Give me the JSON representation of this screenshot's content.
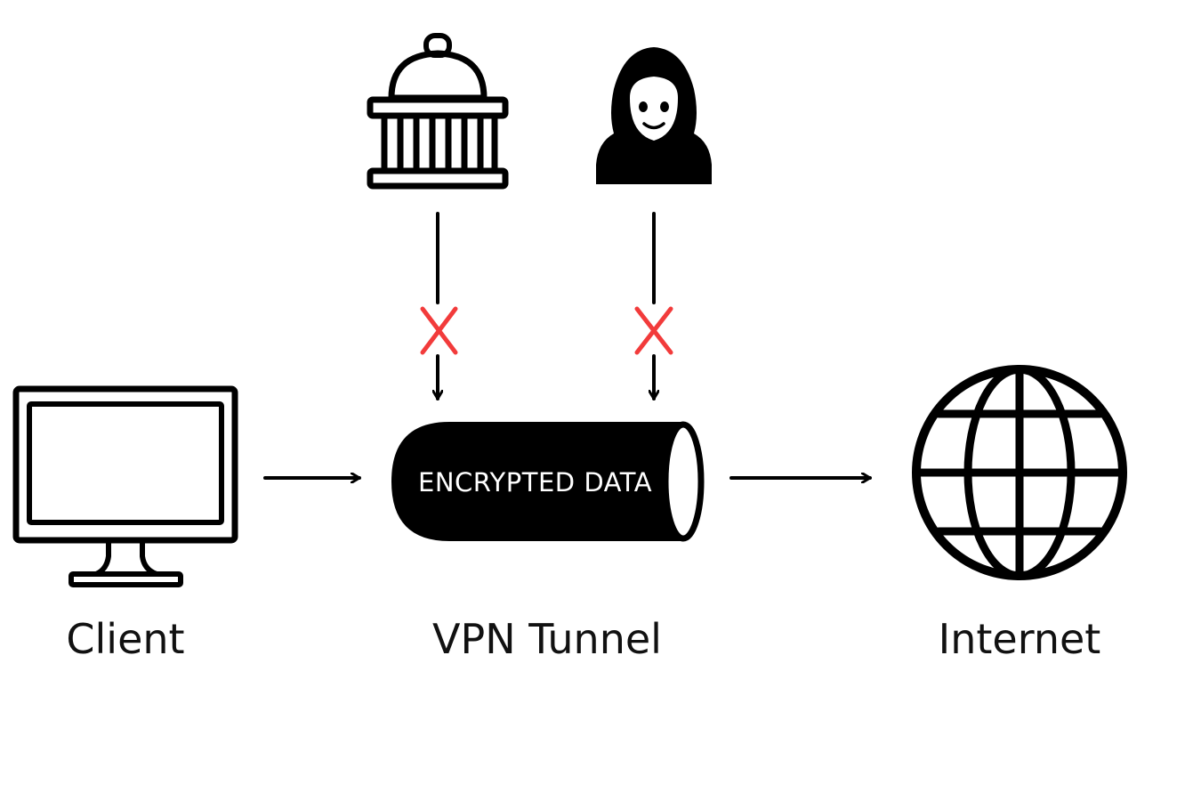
{
  "nodes": {
    "client": {
      "label": "Client",
      "icon": "monitor-icon"
    },
    "tunnel": {
      "label": "VPN Tunnel",
      "inner_text": "ENCRYPTED DATA",
      "icon": "tunnel-pipe-icon"
    },
    "internet": {
      "label": "Internet",
      "icon": "globe-icon"
    }
  },
  "threats": [
    {
      "icon": "government-building-icon",
      "blocked": true
    },
    {
      "icon": "hooded-hacker-icon",
      "blocked": true
    }
  ],
  "colors": {
    "ink": "#000000",
    "blocked_mark": "#f23b3b",
    "background": "#ffffff"
  }
}
